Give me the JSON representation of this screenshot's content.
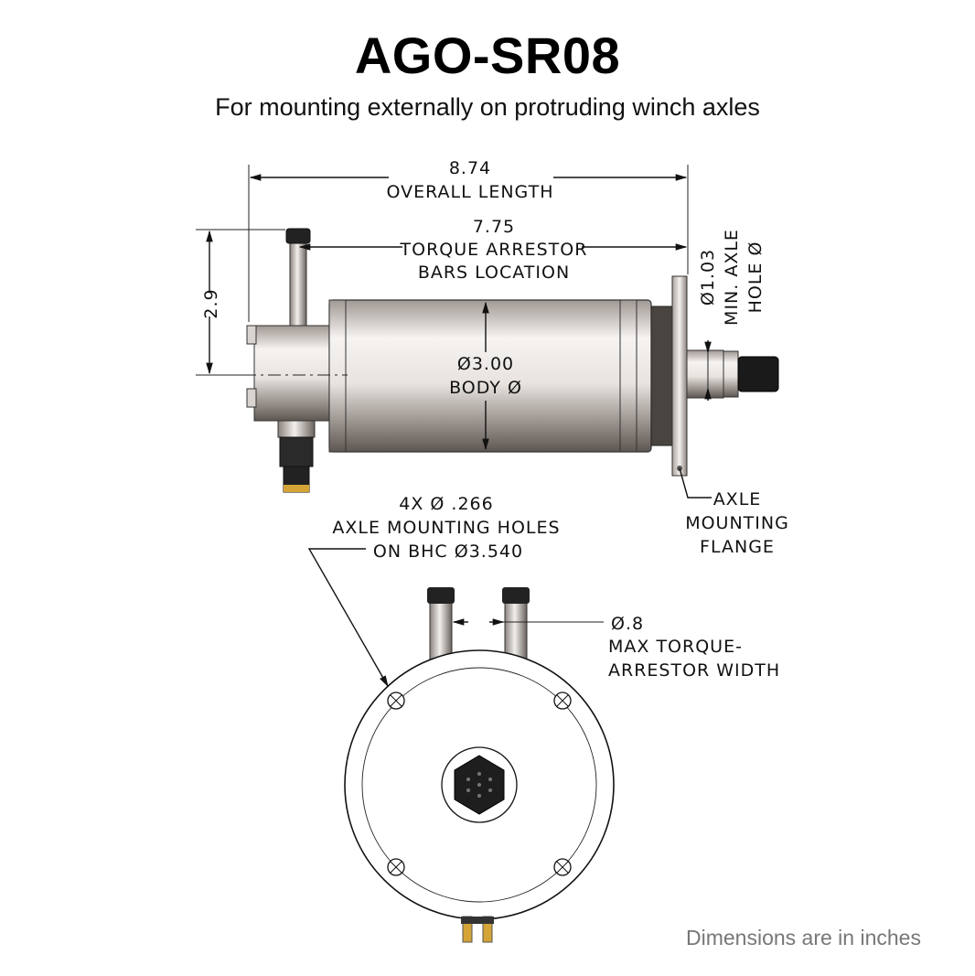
{
  "title": "AGO-SR08",
  "subtitle": "For mounting externally on protruding winch axles",
  "footnote": "Dimensions are in inches",
  "dimensions": {
    "overall_length_value": "8.74",
    "overall_length_label": "OVERALL LENGTH",
    "torque_value": "7.75",
    "torque_label_1": "TORQUE ARRESTOR",
    "torque_label_2": "BARS LOCATION",
    "height_value": "2.9",
    "axle_hole_value": "Ø1.03",
    "axle_hole_label_1": "MIN. AXLE",
    "axle_hole_label_2": "HOLE Ø",
    "body_value": "Ø3.00",
    "body_label": "BODY Ø",
    "flange_label_1": "AXLE",
    "flange_label_2": "MOUNTING",
    "flange_label_3": "FLANGE",
    "holes_label_1": "4X  Ø .266",
    "holes_label_2": "AXLE MOUNTING HOLES",
    "holes_label_3": "ON BHC  Ø3.540",
    "arrestor_value": "Ø.8",
    "arrestor_label_1": "MAX TORQUE-",
    "arrestor_label_2": "ARRESTOR WIDTH"
  },
  "colors": {
    "line": "#111111",
    "footnote": "#777777",
    "metal_light": "#f4f1ef",
    "metal_dark": "#6e6560",
    "connector": "#1a1a1a",
    "pin_gold": "#d4a437"
  }
}
